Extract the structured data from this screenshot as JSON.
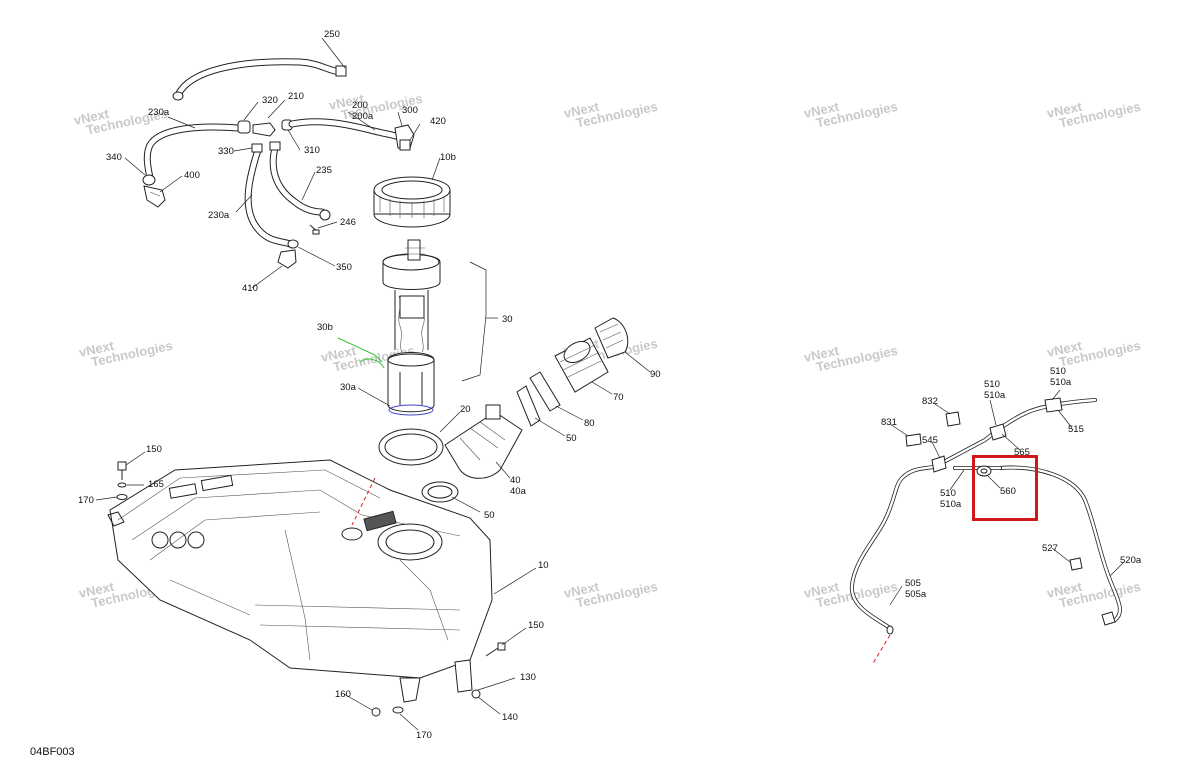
{
  "diagram_code": "04BF003",
  "watermark": {
    "line1": "vNext",
    "line2": "Technologies",
    "brand": "vNext Technologies"
  },
  "highlight": {
    "target_part": "560",
    "color": "#d01818"
  },
  "parts": {
    "p250": "250",
    "p230a_top": "230a",
    "p320": "320",
    "p210": "210",
    "p200": "200",
    "p200a": "200a",
    "p300": "300",
    "p420": "420",
    "p340": "340",
    "p400": "400",
    "p330": "330",
    "p310": "310",
    "p235": "235",
    "p10b": "10b",
    "p230a": "230a",
    "p246": "246",
    "p350": "350",
    "p410": "410",
    "p30b": "30b",
    "p30": "30",
    "p30a": "30a",
    "p90": "90",
    "p70": "70",
    "p80": "80",
    "p20": "20",
    "p50_right": "50",
    "p150_top": "150",
    "p170_top": "170",
    "p165": "165",
    "p40": "40",
    "p40a": "40a",
    "p50": "50",
    "p10": "10",
    "p150_bottom": "150",
    "p130": "130",
    "p160": "160",
    "p140": "140",
    "p170_bottom": "170",
    "p832": "832",
    "p510_top": "510",
    "p510a_top": "510a",
    "p510_far": "510",
    "p510a_far": "510a",
    "p831": "831",
    "p545": "545",
    "p565": "565",
    "p515": "515",
    "p510_mid": "510",
    "p510a_mid": "510a",
    "p560": "560",
    "p527": "527",
    "p520a": "520a",
    "p505": "505",
    "p505a": "505a"
  }
}
